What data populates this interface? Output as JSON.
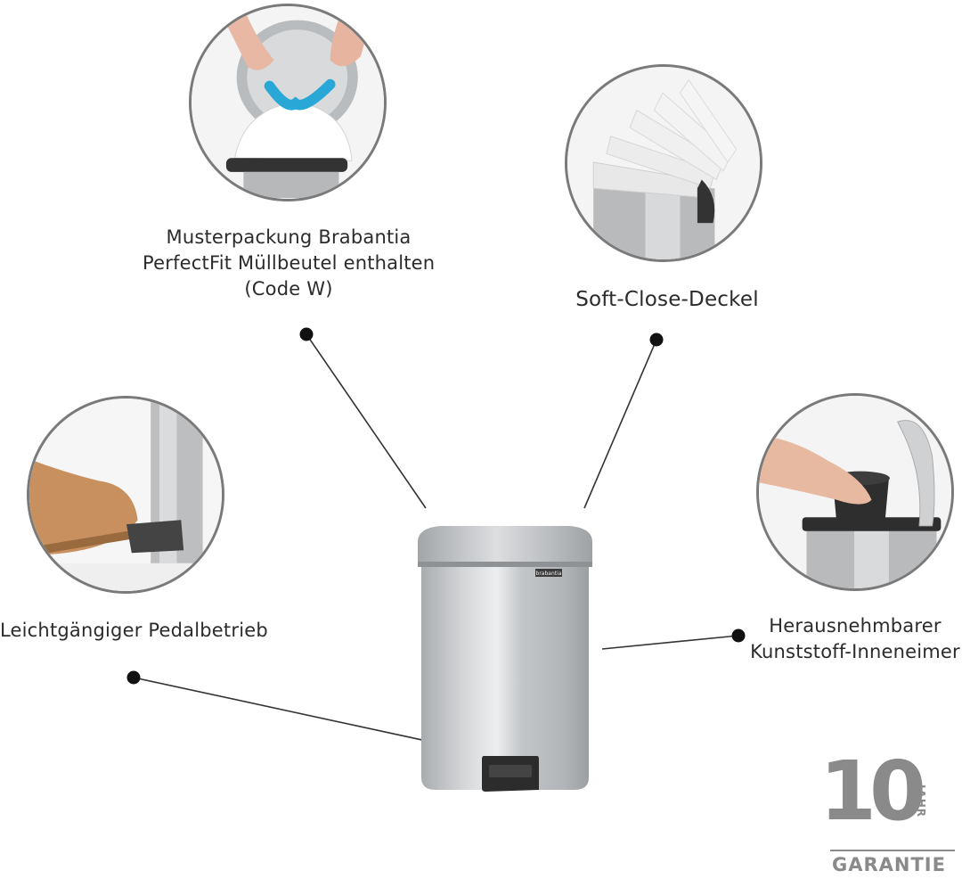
{
  "features": [
    {
      "id": "bags",
      "text_lines": [
        "Musterpackung Brabantia",
        "PerfectFit Müllbeutel enthalten",
        "(Code W)"
      ],
      "icon": "garbage-bag-icon"
    },
    {
      "id": "lid",
      "text_lines": [
        "Soft-Close-Deckel"
      ],
      "icon": "lid-icon"
    },
    {
      "id": "pedal",
      "text_lines": [
        "Leichtgängiger Pedalbetrieb"
      ],
      "icon": "pedal-icon"
    },
    {
      "id": "inner",
      "text_lines": [
        "Herausnehmbarer",
        "Kunststoff-Inneneimer"
      ],
      "icon": "inner-bucket-icon"
    }
  ],
  "product": {
    "brand": "brabantia",
    "icon": "pedal-bin-icon"
  },
  "guarantee": {
    "number": "10",
    "unit": "JAHR",
    "word": "GARANTIE"
  },
  "colors": {
    "accent_gray": "#8a8a8a",
    "circle_border": "#7a7a7a",
    "dot": "#111111",
    "steel": "#c9cbcd",
    "blue_tie": "#29a8d8",
    "shoe": "#c8905f"
  }
}
